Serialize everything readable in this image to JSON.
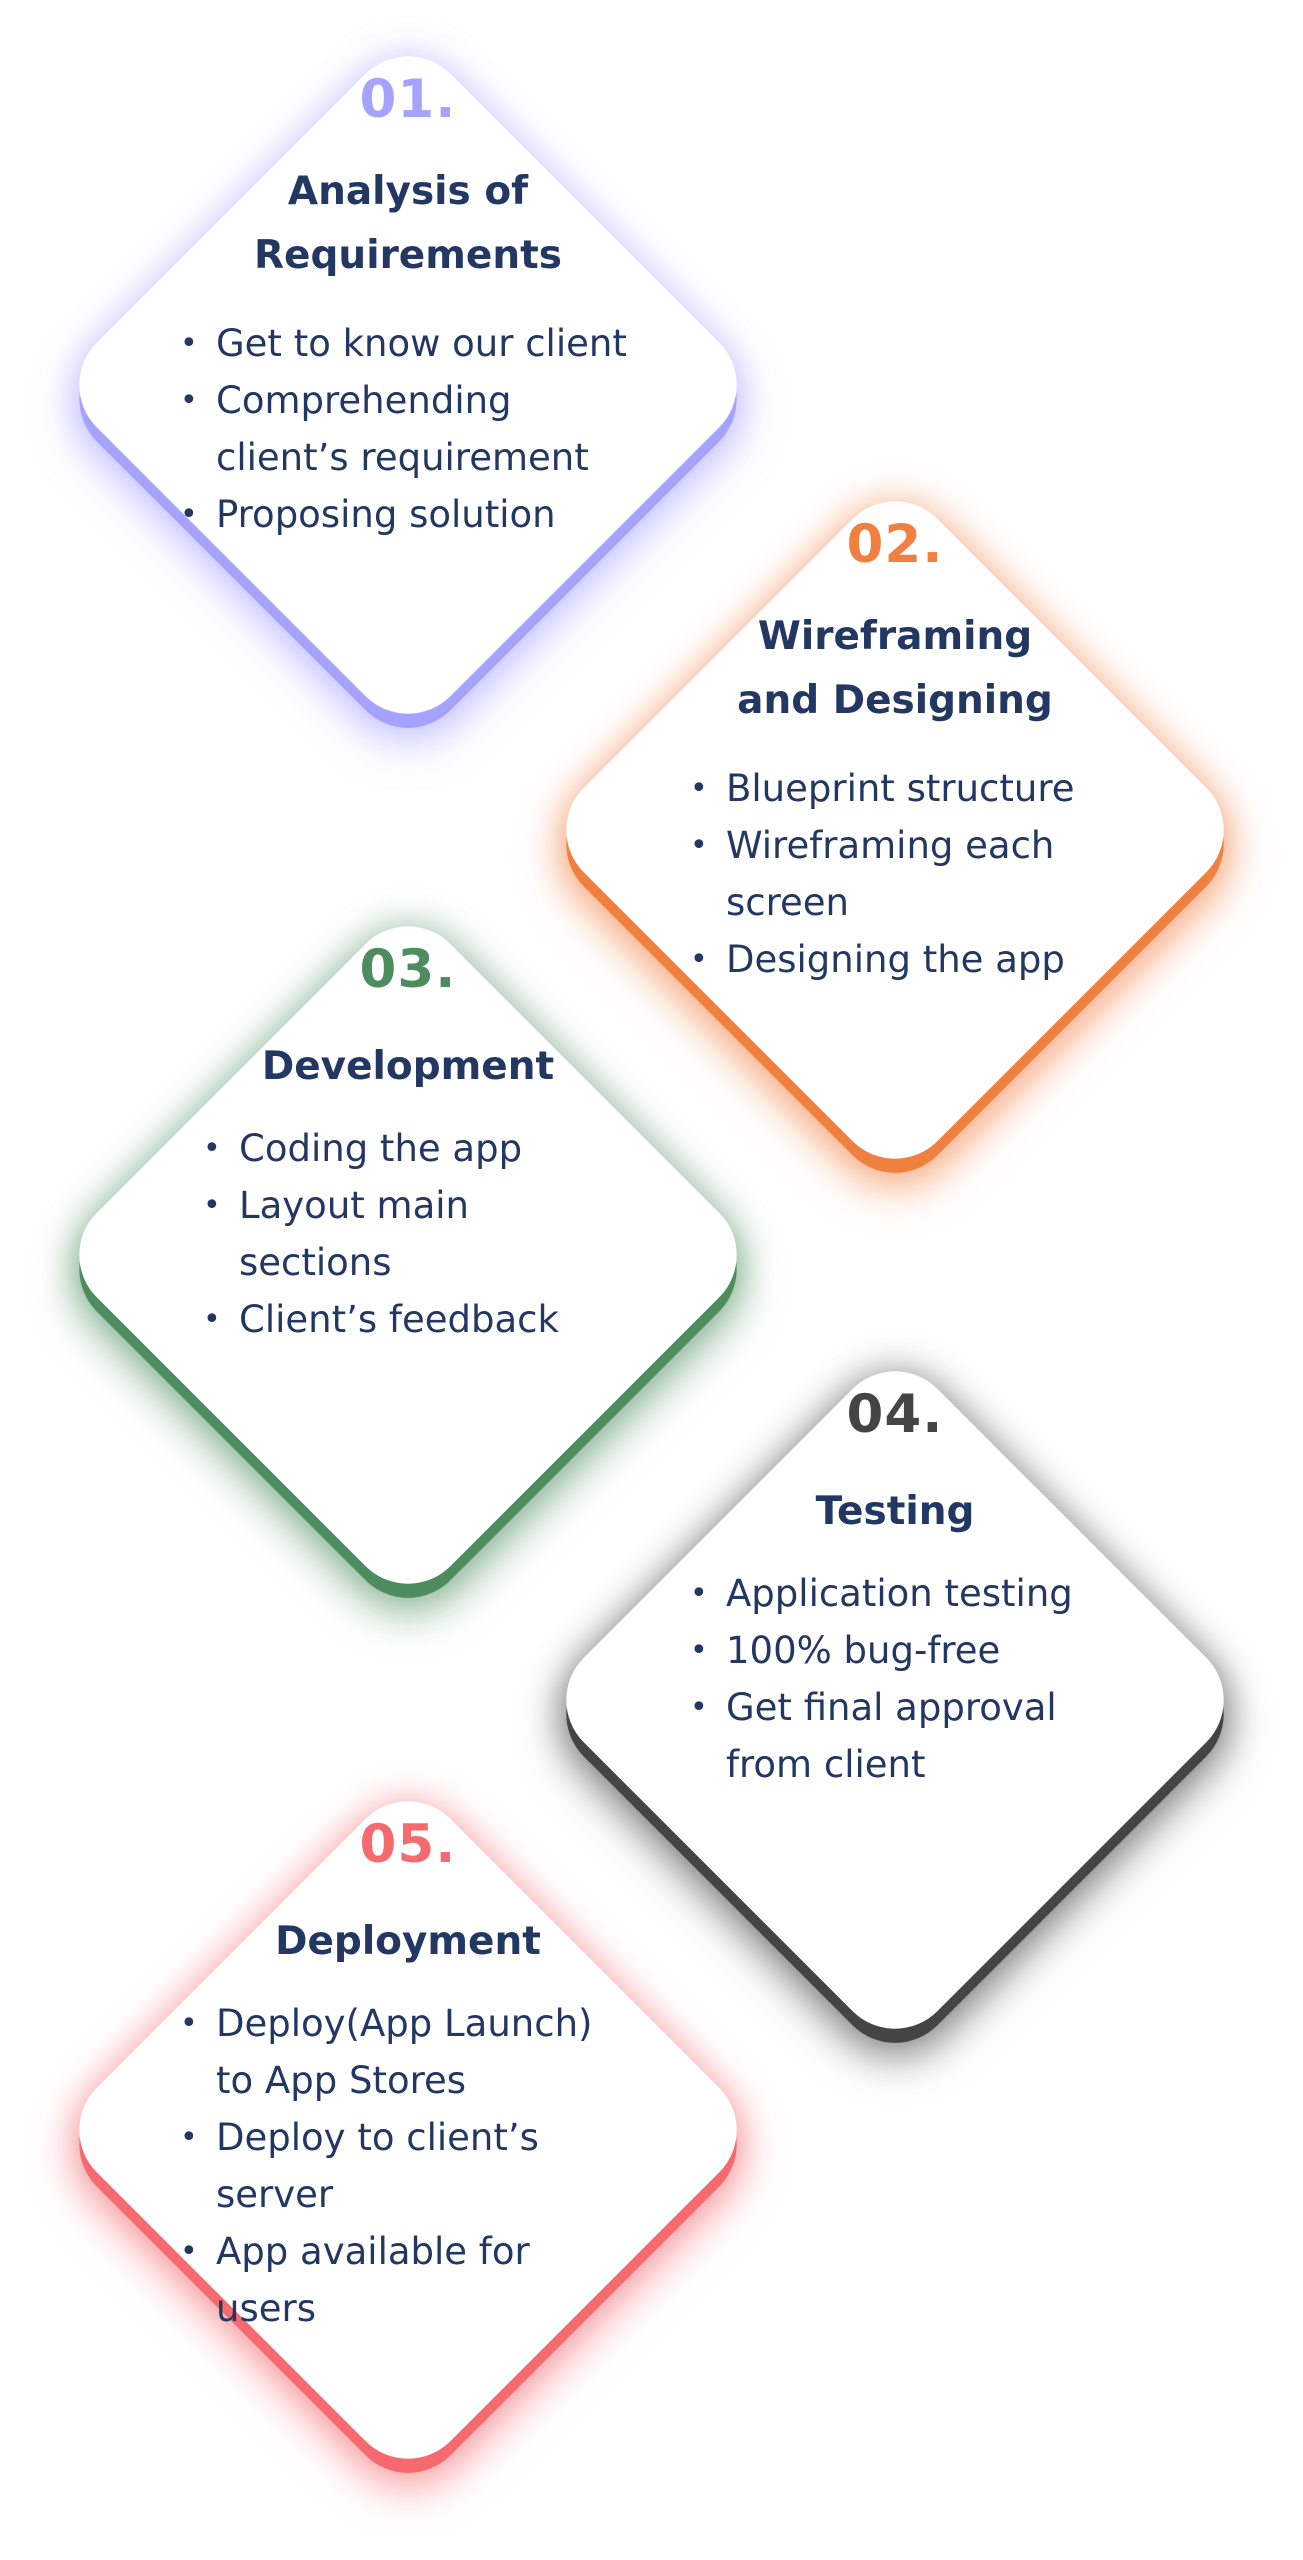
{
  "steps": [
    {
      "number": "01.",
      "color": "#a5a3ff",
      "title_lines": [
        "Analysis of",
        "Requirements"
      ],
      "items": [
        [
          "Get to know our client"
        ],
        [
          "Comprehending",
          "client’s requirement"
        ],
        [
          "Proposing solution"
        ]
      ]
    },
    {
      "number": "02.",
      "color": "#f08040",
      "title_lines": [
        "Wireframing",
        "and Designing"
      ],
      "items": [
        [
          "Blueprint structure"
        ],
        [
          "Wireframing each",
          "screen"
        ],
        [
          "Designing the app"
        ]
      ]
    },
    {
      "number": "03.",
      "color": "#4d8c5e",
      "title_lines": [
        "Development"
      ],
      "items": [
        [
          "Coding the app"
        ],
        [
          "Layout main",
          "sections"
        ],
        [
          "Client’s feedback"
        ]
      ]
    },
    {
      "number": "04.",
      "color": "#444444",
      "title_lines": [
        "Testing"
      ],
      "items": [
        [
          "Application testing"
        ],
        [
          "100% bug-free"
        ],
        [
          "Get final approval",
          "from client"
        ]
      ]
    },
    {
      "number": "05.",
      "color": "#f46a6e",
      "title_lines": [
        "Deployment"
      ],
      "items": [
        [
          "Deploy(App Launch)",
          "to App Stores"
        ],
        [
          "Deploy to client’s",
          "server"
        ],
        [
          "App available for",
          "users"
        ]
      ]
    }
  ]
}
